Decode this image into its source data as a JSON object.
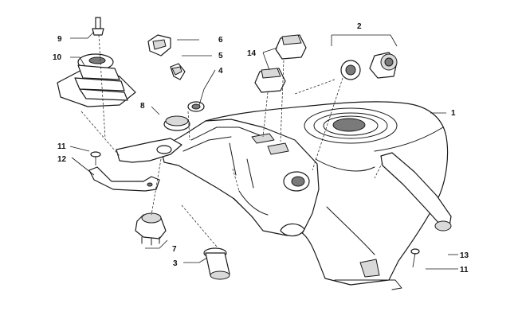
{
  "callouts": [
    {
      "id": "c1",
      "label": "1"
    },
    {
      "id": "c2",
      "label": "2"
    },
    {
      "id": "c3",
      "label": "3"
    },
    {
      "id": "c4",
      "label": "4"
    },
    {
      "id": "c5",
      "label": "5"
    },
    {
      "id": "c6",
      "label": "6"
    },
    {
      "id": "c7",
      "label": "7"
    },
    {
      "id": "c8",
      "label": "8"
    },
    {
      "id": "c9",
      "label": "9"
    },
    {
      "id": "c10",
      "label": "10"
    },
    {
      "id": "c11a",
      "label": "11"
    },
    {
      "id": "c11b",
      "label": "11"
    },
    {
      "id": "c12",
      "label": "12"
    },
    {
      "id": "c13",
      "label": "13"
    },
    {
      "id": "c14",
      "label": "14"
    }
  ]
}
